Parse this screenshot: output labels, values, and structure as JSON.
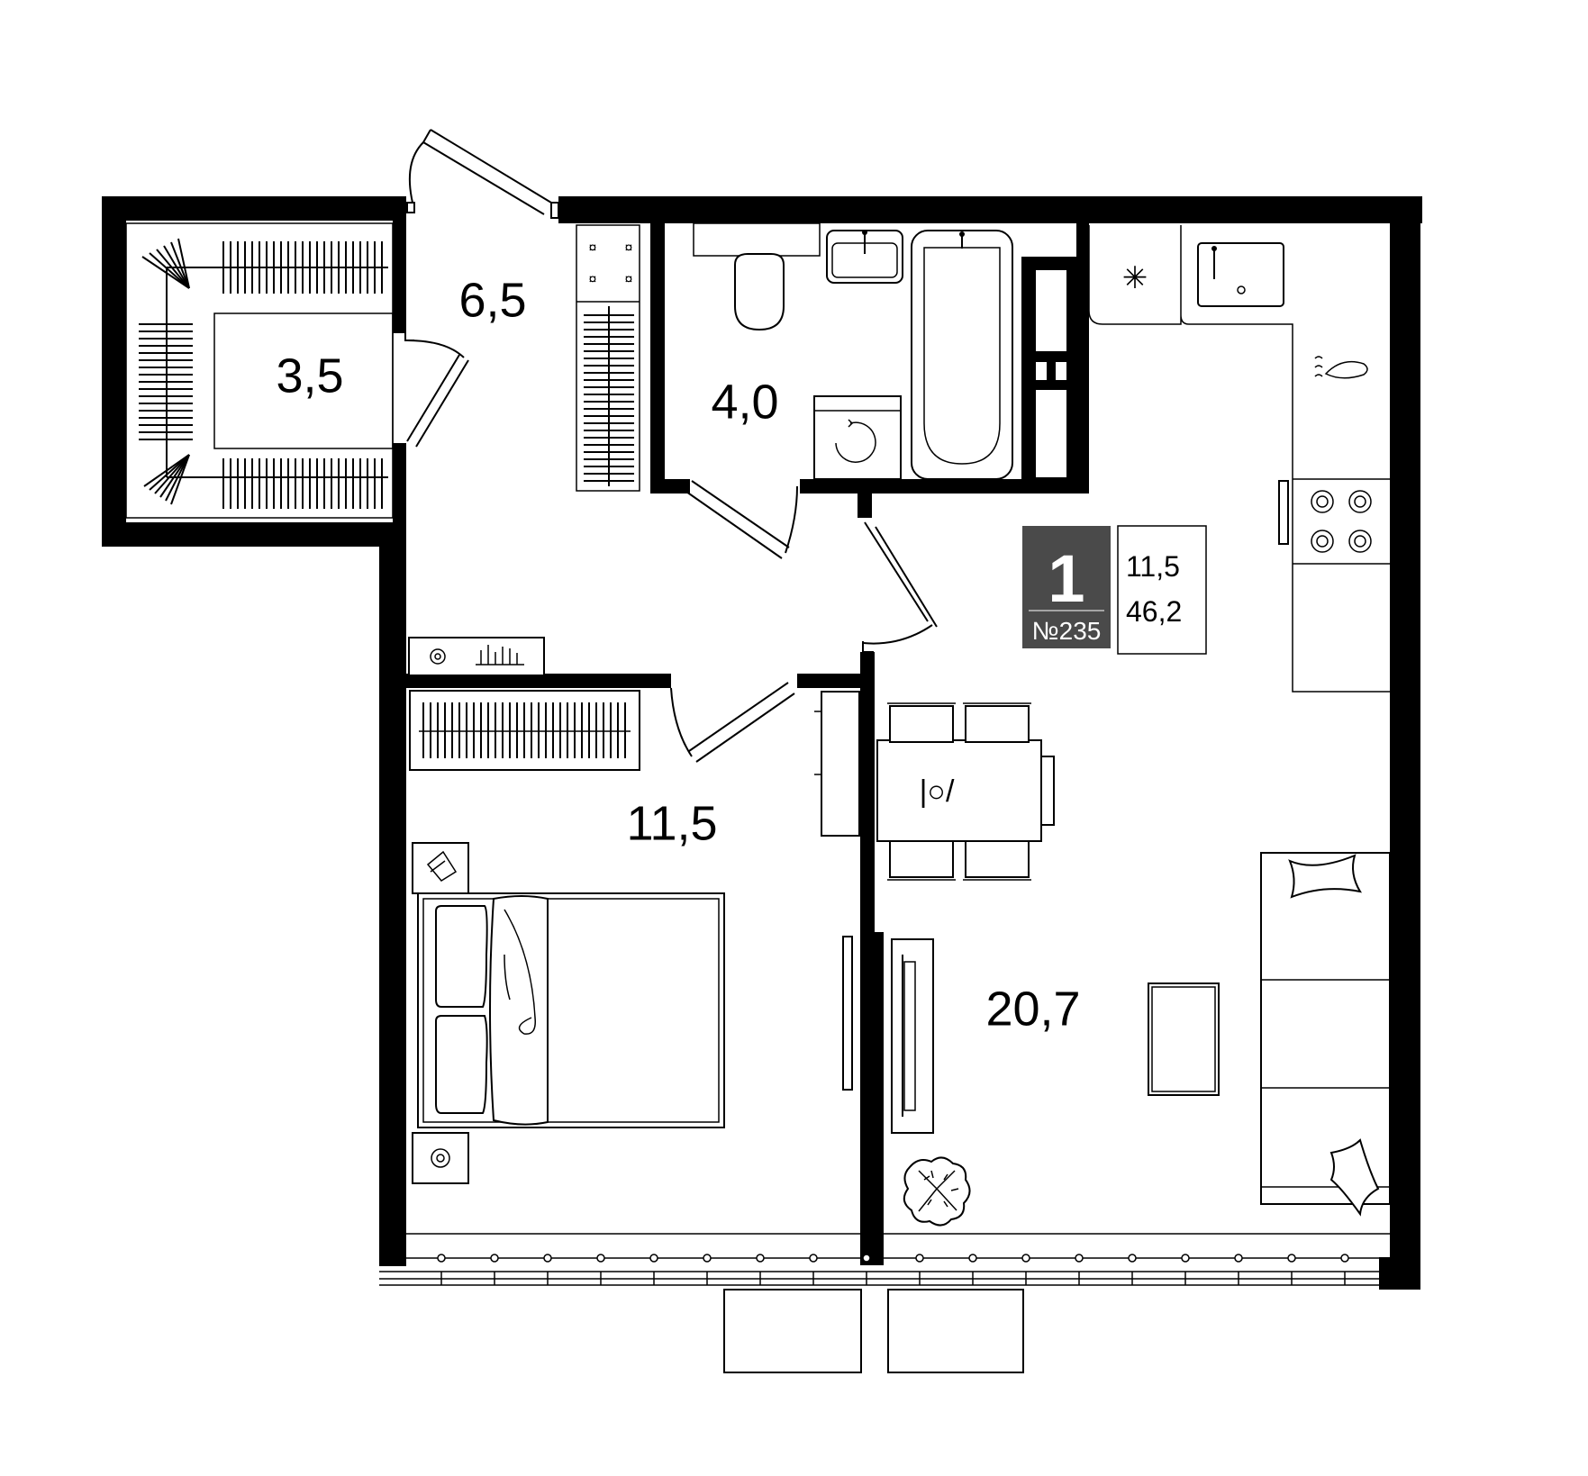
{
  "rooms": {
    "walkin_closet": {
      "area": "3,5"
    },
    "hallway": {
      "area": "6,5"
    },
    "bathroom": {
      "area": "4,0"
    },
    "bedroom": {
      "area": "11,5"
    },
    "living_kitchen": {
      "area": "20,7"
    }
  },
  "badge": {
    "rooms_count": "1",
    "apartment_number": "№235",
    "living_area": "11,5",
    "total_area": "46,2",
    "colors": {
      "badge_bg": "#4a4a4a",
      "wall": "#000000"
    }
  },
  "icons": {
    "fridge": "snowflake-icon",
    "washer": "washing-machine-icon",
    "plant": "plant-icon"
  }
}
